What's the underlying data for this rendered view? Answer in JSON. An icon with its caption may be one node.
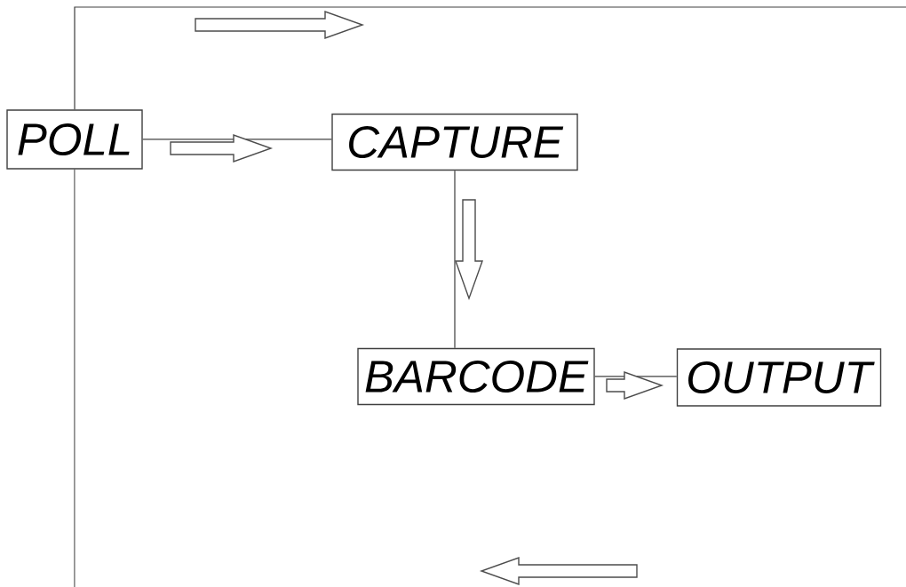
{
  "diagram": {
    "nodes": [
      {
        "text": [
          "POLL"
        ]
      },
      {
        "text": [
          "CAPTURE"
        ]
      },
      {
        "text": [
          "BARCODE"
        ]
      },
      {
        "text": [
          "OUTPUT"
        ]
      }
    ],
    "edges": [
      {
        "from": 0,
        "to": 1,
        "arrow": "none"
      },
      {
        "from": 1,
        "to": 2,
        "arrow": "none"
      },
      {
        "from": 2,
        "to": 3,
        "arrow": "none"
      },
      {
        "from": 0,
        "to": null,
        "arrow": "none"
      },
      {
        "from": null,
        "to": 0,
        "arrow": "none"
      }
    ]
  }
}
